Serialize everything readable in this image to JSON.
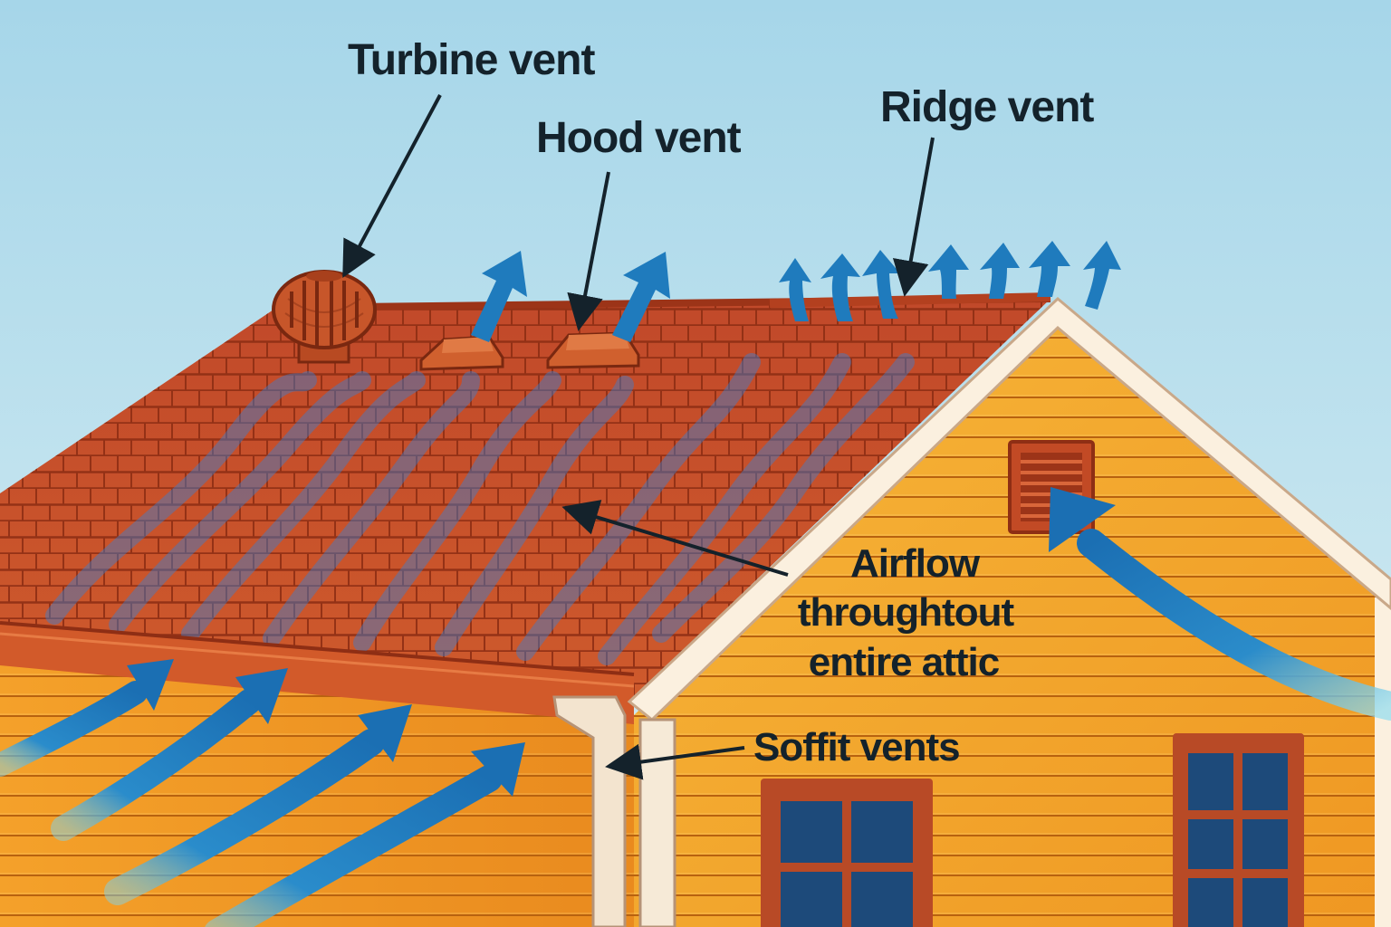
{
  "labels": {
    "turbine_vent": "Turbine vent",
    "hood_vent": "Hood vent",
    "ridge_vent": "Ridge vent",
    "airflow_line1": "Airflow",
    "airflow_line2": "throughtout",
    "airflow_line3": "entire attic",
    "soffit_vents": "Soffit vents"
  },
  "icons": {
    "turbine": "turbine-vent-icon",
    "hood": "hood-vent-icon",
    "ridge": "ridge-vent-icon",
    "gable": "gable-louver-icon",
    "airflow": "airflow-arrow-icon"
  },
  "colors": {
    "sky_top": "#a7d6e8",
    "sky_bottom": "#d8eef4",
    "roof": "#c9542a",
    "roof_line": "#8e2e14",
    "siding": "#f3a52a",
    "siding_dark": "#e58a1c",
    "trim": "#fbf0df",
    "airflow": "#1f7bbd",
    "window_glass": "#1d4a7a",
    "window_frame": "#b84a26",
    "label_text": "#14222b"
  }
}
